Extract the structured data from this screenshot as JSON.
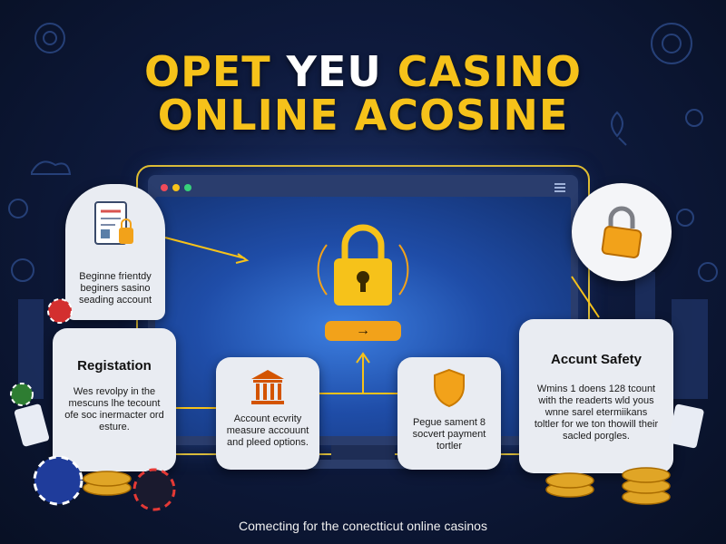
{
  "title": {
    "line1_part1": "OPET",
    "line1_part2": "YEU",
    "line1_part3": "CASINO",
    "line2": "ONLINE ACOSINE"
  },
  "cards": {
    "beginner": {
      "text": "Beginne frientdy beginers sasino seading account"
    },
    "registration": {
      "heading": "Registation",
      "text": "Wes revolpy in the mescuns lhe tecount ofe soc inermacter ord esture."
    },
    "security": {
      "text": "Account ecvrity measure accouunt and pleed options."
    },
    "payment": {
      "text": "Pegue sament 8 socvert payment tortler"
    },
    "safety": {
      "heading": "Accunt Safety",
      "text": "Wmins 1 doens 128 tcount with the readerts wld yous wnne sarel etermiikans toltler for we ton thowill their sacled porgles."
    }
  },
  "center_button": {
    "label": "→"
  },
  "tagline": "Comecting for the conectticut online casinos",
  "colors": {
    "accent_yellow": "#f6c21a",
    "background_dark": "#0e1a3d",
    "screen_blue": "#2d64c8",
    "card_bg": "#e9ecf2",
    "lock_orange": "#f2a21a"
  },
  "icons": [
    "document-icon",
    "casino-chip-icon",
    "padlock-icon",
    "bank-building-icon",
    "shield-icon",
    "card-suits-icon",
    "coin-stack-icon"
  ]
}
